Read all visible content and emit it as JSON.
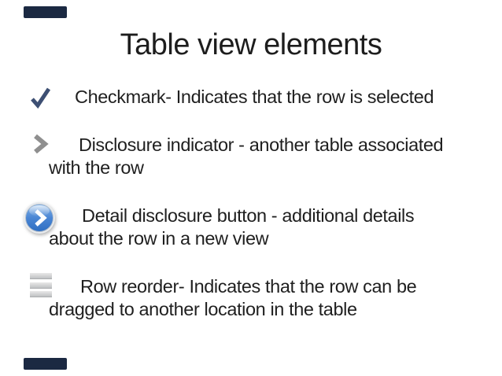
{
  "slide": {
    "title": "Table view elements",
    "background_color": "#ffffff",
    "text_color": "#1f1f1f",
    "accent_bar_color": "#1b2942"
  },
  "bullets": [
    {
      "icon": "checkmark-icon",
      "icon_color": "#3d4f73",
      "lines": [
        "Checkmark- Indicates that the row is selected"
      ]
    },
    {
      "icon": "disclosure-indicator-icon",
      "icon_color": "#8f8f8f",
      "lines": [
        "Disclosure indicator - another table associated",
        "with the row"
      ]
    },
    {
      "icon": "detail-disclosure-button-icon",
      "icon_color_top": "#85b4e8",
      "icon_color_bottom": "#2e6ec2",
      "icon_glyph_color": "#ffffff",
      "lines": [
        "Detail disclosure button - additional details",
        "about the row in a new view"
      ]
    },
    {
      "icon": "row-reorder-icon",
      "icon_color": "#c9cbcd",
      "lines": [
        "Row reorder- Indicates that the row can be",
        "dragged to another location in the table"
      ]
    }
  ]
}
